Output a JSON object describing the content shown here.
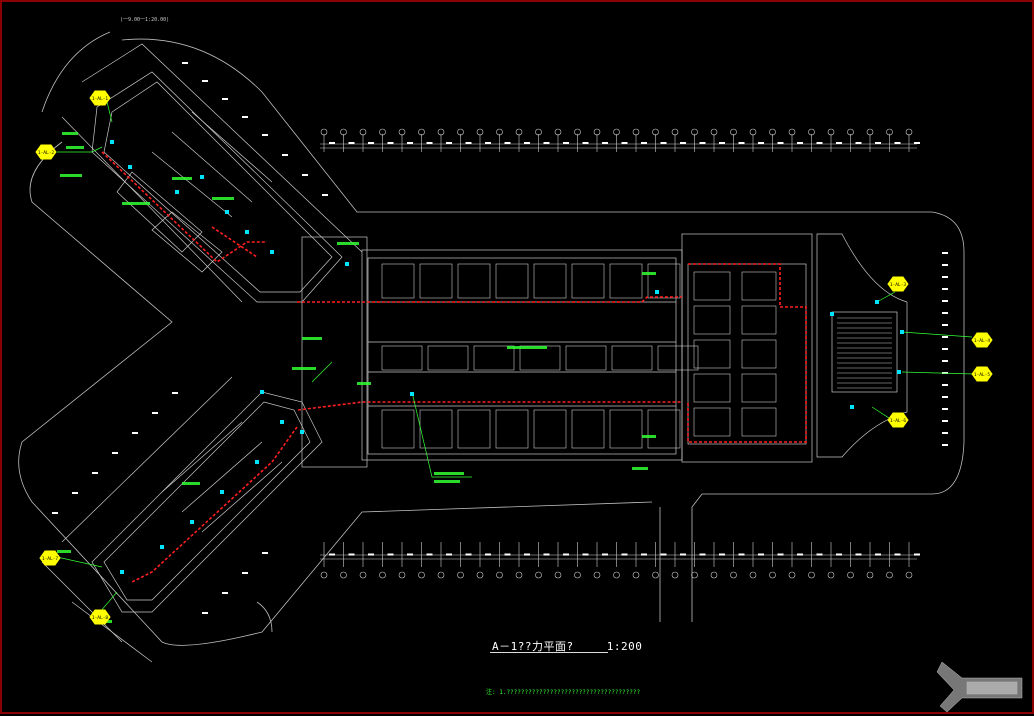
{
  "drawing": {
    "title": "A－1??力平面?",
    "scale": "1:200",
    "note": "注: 1.?????????????????????????????????????",
    "header_note": "(一9.00一1:20.00)"
  },
  "colors": {
    "background": "#000000",
    "frame": "#8b0000",
    "wall": "#c8c8c8",
    "cable": "#ff2020",
    "label": "#33ff33",
    "device": "#00e5ff",
    "callout": "#ffff00"
  },
  "callouts": [
    "1-AL-1",
    "1-AL-2",
    "1-AL-3",
    "1-AL-4",
    "1-AL-5",
    "1-AL-6",
    "1-AL-7",
    "1-AL-8"
  ]
}
